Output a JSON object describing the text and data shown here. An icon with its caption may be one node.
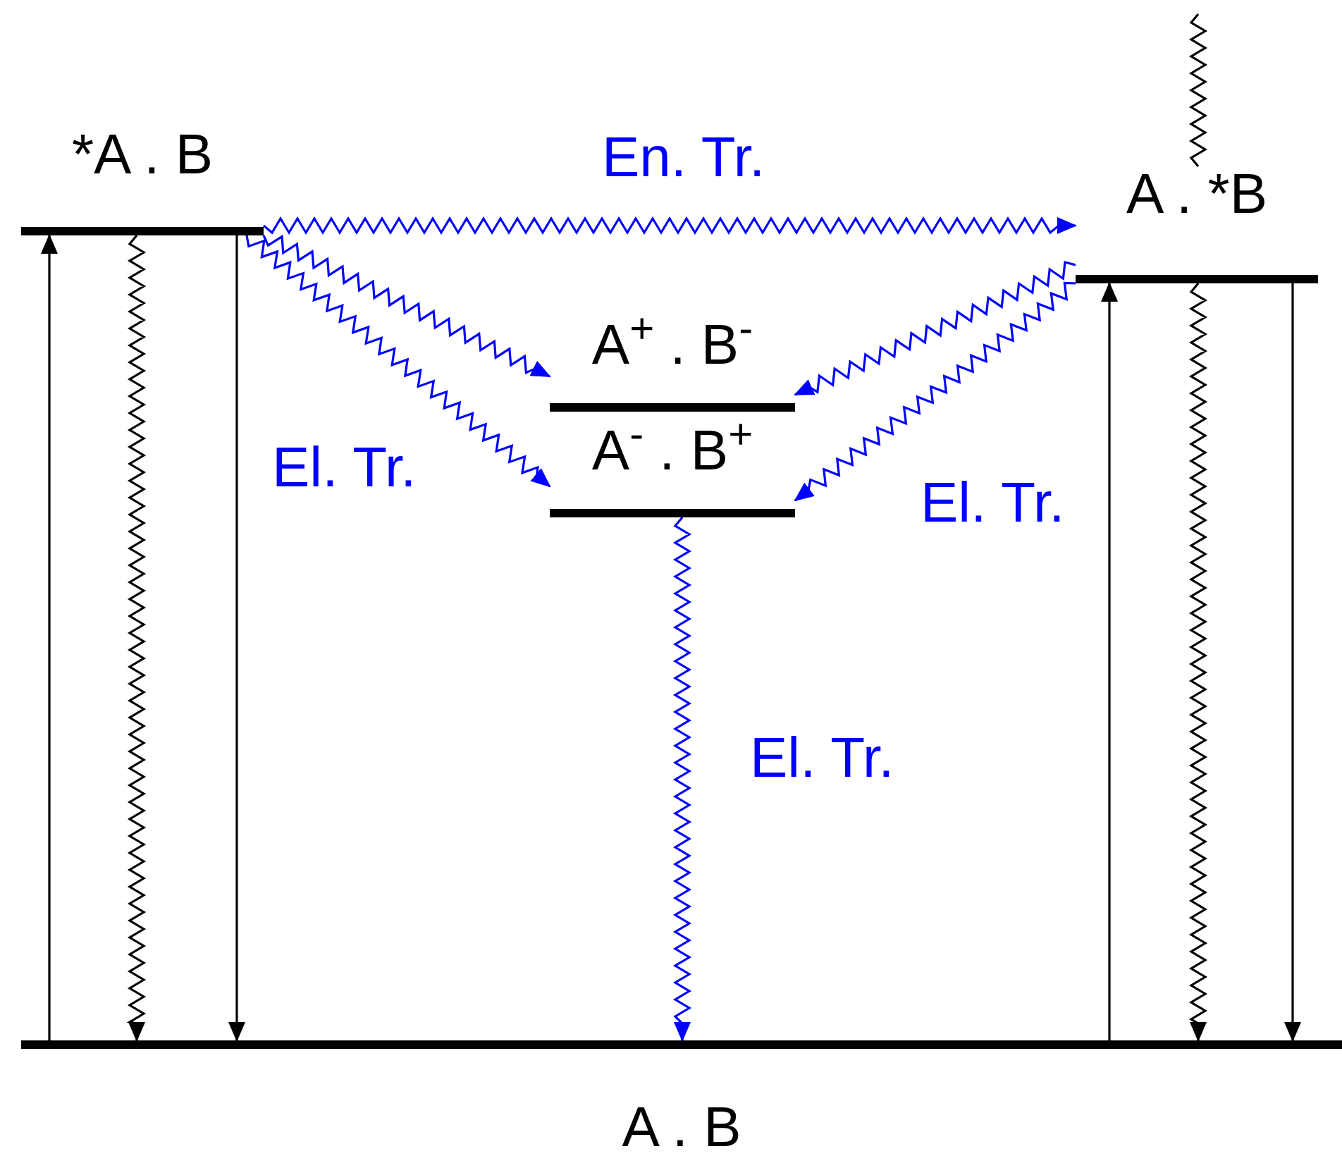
{
  "diagram": {
    "nodes": [
      {
        "text": [
          "*A . B"
        ]
      },
      {
        "text": [
          "A . *B"
        ]
      },
      {
        "text": [
          "A$^{+}$ . B$^{-}$"
        ]
      },
      {
        "text": [
          "A$^{-}$ . B$^{+}$"
        ]
      },
      {
        "text": [
          "A . B"
        ]
      }
    ],
    "edges": [
      {
        "from": 4,
        "to": 0,
        "arrow": "to"
      },
      {
        "from": 0,
        "to": 4,
        "arrow": "to"
      },
      {
        "from": 0,
        "to": 4,
        "arrow": "to"
      },
      {
        "from": 4,
        "to": 1,
        "arrow": "to"
      },
      {
        "from": 1,
        "to": 4,
        "arrow": "to"
      },
      {
        "from": 1,
        "to": 4,
        "arrow": "to"
      },
      {
        "from": null,
        "to": 1,
        "arrow": "none"
      },
      {
        "from": 0,
        "to": 1,
        "arrow": "to",
        "label": "En. Tr.",
        "color": "#0000ff"
      },
      {
        "from": 0,
        "to": 2,
        "arrow": "to",
        "color": "#0000ff"
      },
      {
        "from": 0,
        "to": 3,
        "arrow": "to",
        "label": "El. Tr.",
        "color": "#0000ff"
      },
      {
        "from": 1,
        "to": 2,
        "arrow": "to",
        "color": "#0000ff"
      },
      {
        "from": 1,
        "to": 3,
        "arrow": "to",
        "label": "El. Tr.",
        "color": "#0000ff"
      },
      {
        "from": 3,
        "to": 4,
        "arrow": "to",
        "label": "El. Tr.",
        "color": "#0000ff"
      }
    ]
  }
}
